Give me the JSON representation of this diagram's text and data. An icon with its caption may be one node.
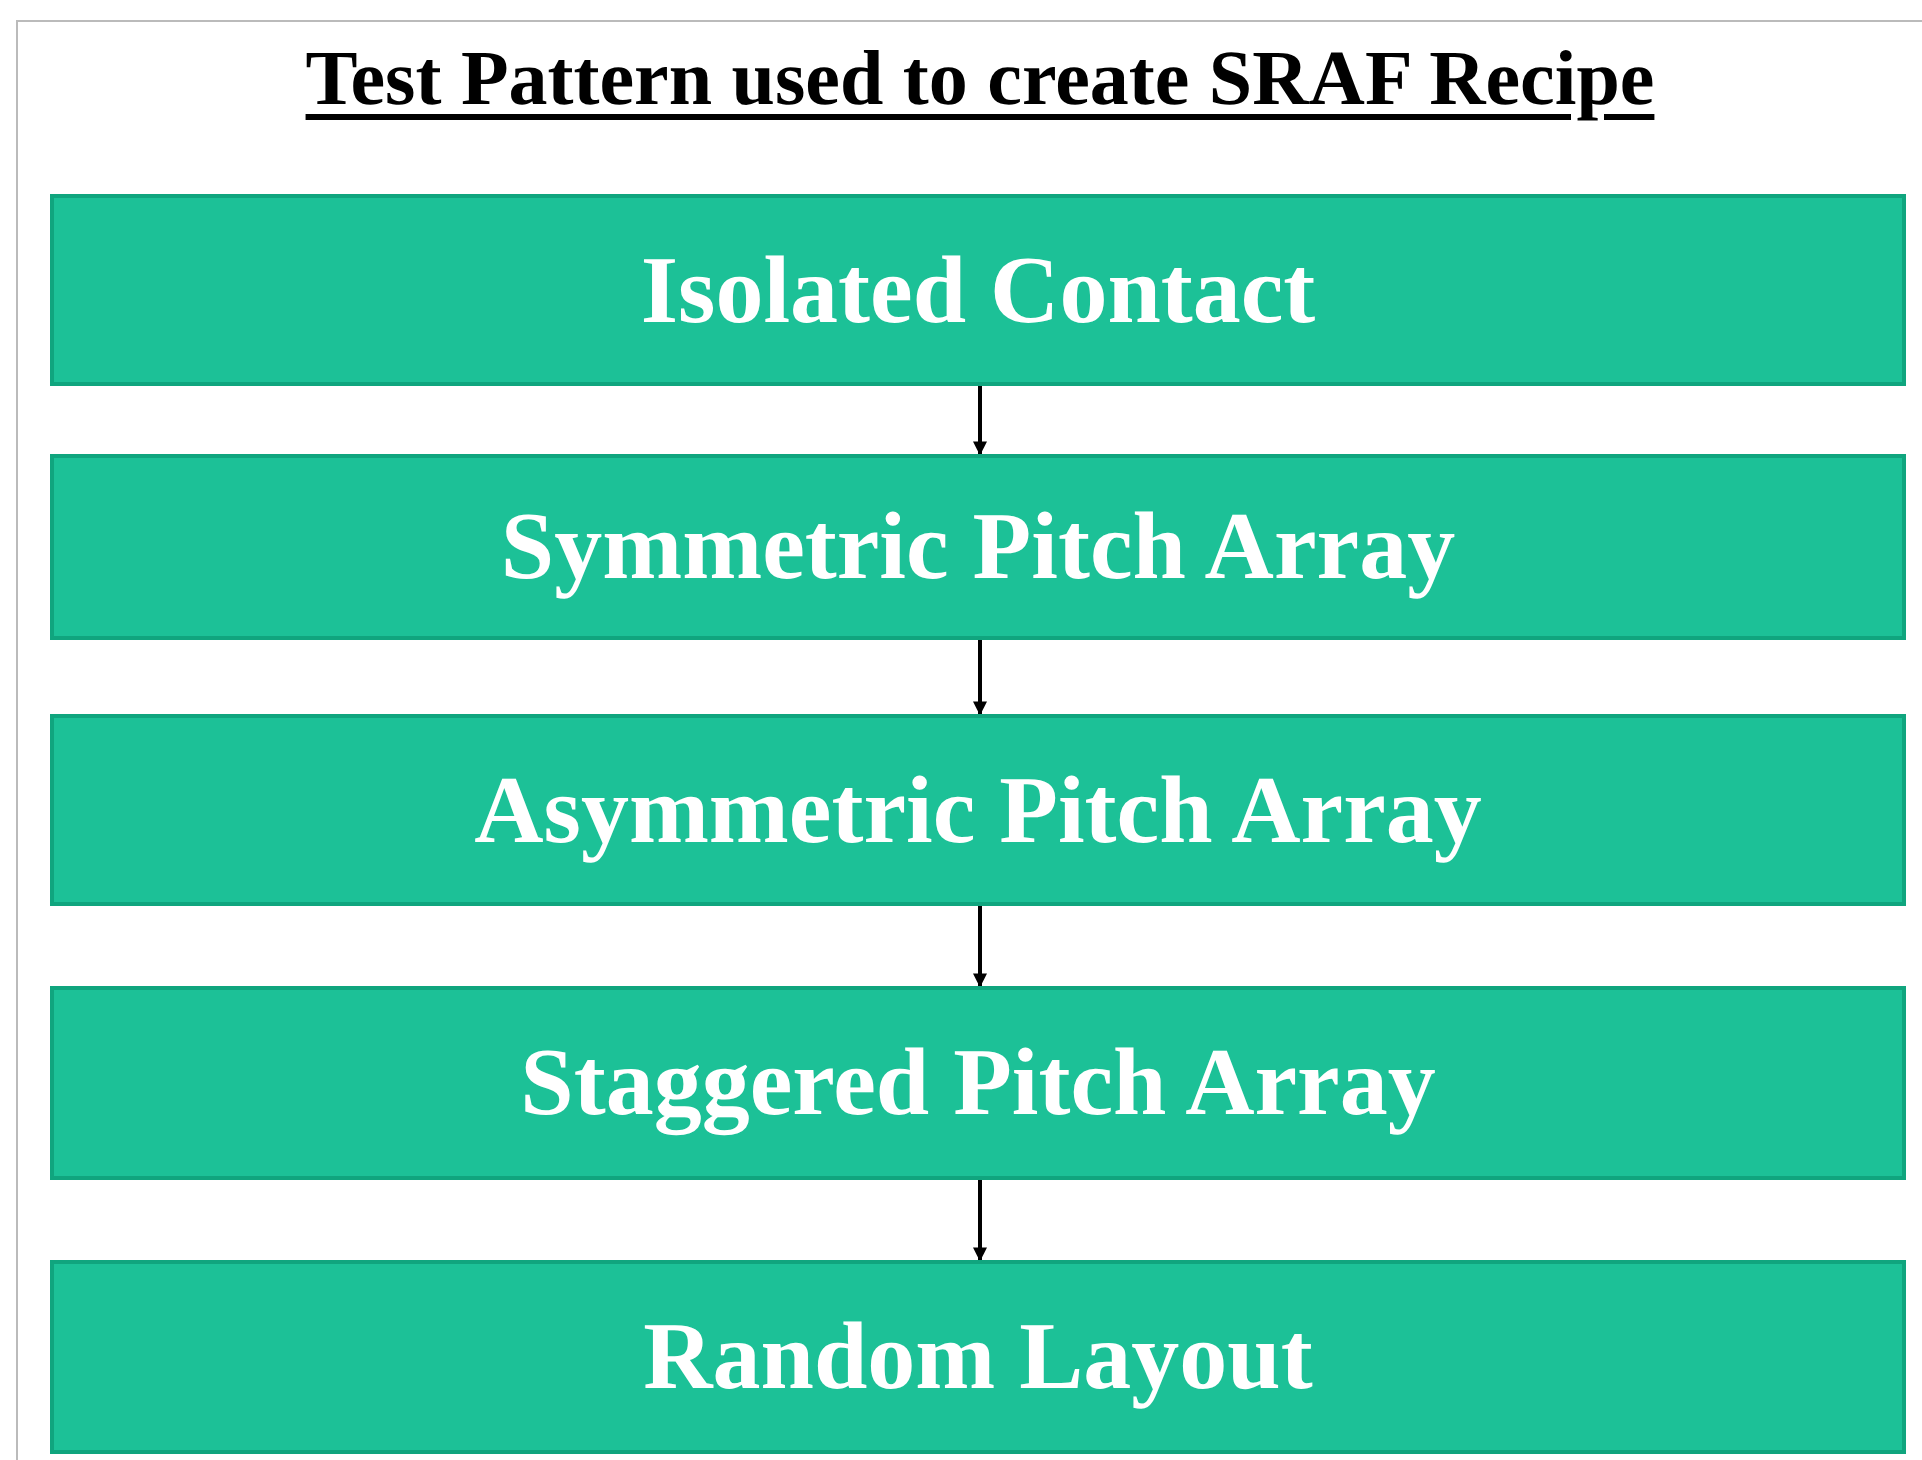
{
  "diagram": {
    "title": "Test Pattern used to create SRAF Recipe",
    "nodes": [
      {
        "text": [
          "Isolated Contact"
        ]
      },
      {
        "text": [
          "Symmetric Pitch Array"
        ]
      },
      {
        "text": [
          "Asymmetric Pitch Array"
        ]
      },
      {
        "text": [
          "Staggered Pitch Array"
        ]
      },
      {
        "text": [
          "Random Layout"
        ]
      }
    ],
    "edges": [
      {
        "from": 0,
        "to": 1,
        "arrow": "to"
      },
      {
        "from": 1,
        "to": 2,
        "arrow": "to"
      },
      {
        "from": 2,
        "to": 3,
        "arrow": "to"
      },
      {
        "from": 3,
        "to": 4,
        "arrow": "to"
      }
    ]
  }
}
